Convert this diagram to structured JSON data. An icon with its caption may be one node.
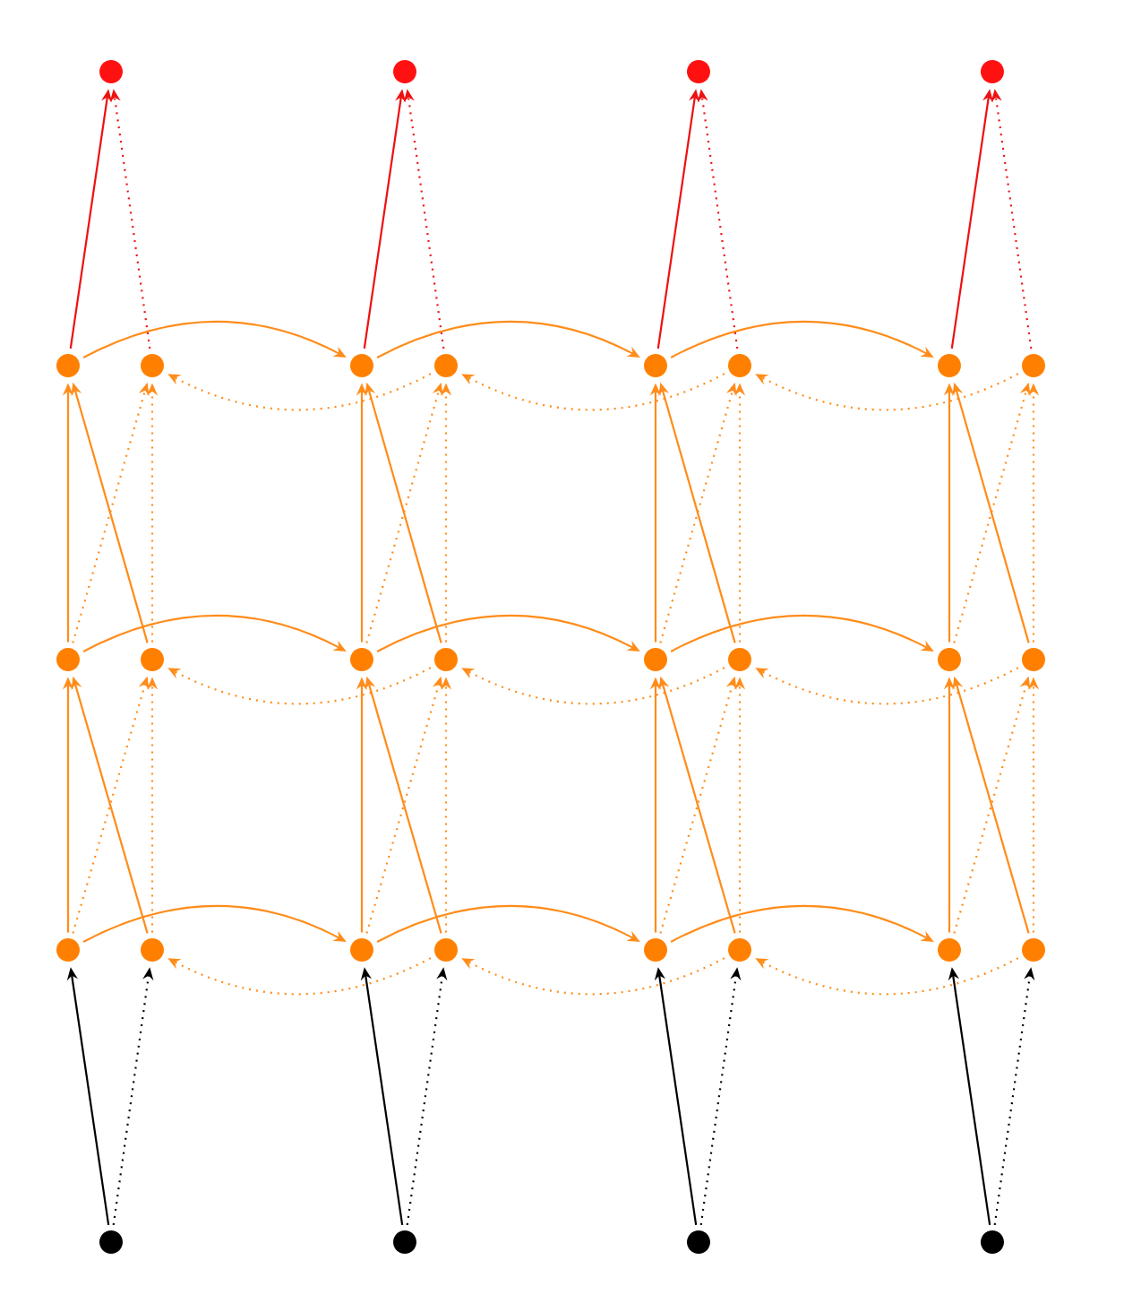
{
  "diagram": {
    "nodes": [
      {
        "text": [],
        "shape": "circle"
      },
      {
        "text": [],
        "shape": "circle"
      },
      {
        "text": [],
        "shape": "circle"
      },
      {
        "text": [],
        "shape": "circle"
      },
      {
        "text": [],
        "shape": "circle"
      },
      {
        "text": [],
        "shape": "circle"
      },
      {
        "text": [],
        "shape": "circle"
      },
      {
        "text": [],
        "shape": "circle"
      },
      {
        "text": [],
        "shape": "circle"
      },
      {
        "text": [],
        "shape": "circle"
      },
      {
        "text": [],
        "shape": "circle"
      },
      {
        "text": [],
        "shape": "circle"
      },
      {
        "text": [],
        "shape": "circle"
      },
      {
        "text": [],
        "shape": "circle"
      },
      {
        "text": [],
        "shape": "circle"
      },
      {
        "text": [],
        "shape": "circle"
      },
      {
        "text": [],
        "shape": "circle"
      },
      {
        "text": [],
        "shape": "circle"
      },
      {
        "text": [],
        "shape": "circle"
      },
      {
        "text": [],
        "shape": "circle"
      },
      {
        "text": [],
        "shape": "circle"
      },
      {
        "text": [],
        "shape": "circle"
      },
      {
        "text": [],
        "shape": "circle"
      },
      {
        "text": [],
        "shape": "circle"
      },
      {
        "text": [],
        "shape": "circle"
      },
      {
        "text": [],
        "shape": "circle"
      },
      {
        "text": [],
        "shape": "circle"
      },
      {
        "text": [],
        "shape": "circle"
      },
      {
        "text": [],
        "shape": "circle"
      },
      {
        "text": [],
        "shape": "circle"
      },
      {
        "text": [],
        "shape": "circle"
      },
      {
        "text": [],
        "shape": "circle"
      }
    ],
    "edges": [
      {
        "from": 28,
        "to": 20,
        "arrow": "to",
        "color": "#000000"
      },
      {
        "from": 28,
        "to": 21,
        "arrow": "to",
        "style": "dashed",
        "color": "#000000"
      },
      {
        "from": 29,
        "to": 22,
        "arrow": "to",
        "color": "#000000"
      },
      {
        "from": 29,
        "to": 23,
        "arrow": "to",
        "style": "dashed",
        "color": "#000000"
      },
      {
        "from": 30,
        "to": 24,
        "arrow": "to",
        "color": "#000000"
      },
      {
        "from": 30,
        "to": 25,
        "arrow": "to",
        "style": "dashed",
        "color": "#000000"
      },
      {
        "from": 31,
        "to": 26,
        "arrow": "to",
        "color": "#000000"
      },
      {
        "from": 31,
        "to": 27,
        "arrow": "to",
        "style": "dashed",
        "color": "#000000"
      },
      {
        "from": 20,
        "to": 22,
        "arrow": "to"
      },
      {
        "from": 22,
        "to": 24,
        "arrow": "to"
      },
      {
        "from": 24,
        "to": 26,
        "arrow": "to"
      },
      {
        "from": 23,
        "to": 21,
        "arrow": "to",
        "style": "dashed"
      },
      {
        "from": 25,
        "to": 23,
        "arrow": "to",
        "style": "dashed"
      },
      {
        "from": 27,
        "to": 25,
        "arrow": "to",
        "style": "dashed"
      },
      {
        "from": 20,
        "to": 12,
        "arrow": "to"
      },
      {
        "from": 21,
        "to": 12,
        "arrow": "to"
      },
      {
        "from": 20,
        "to": 13,
        "arrow": "to",
        "style": "dashed"
      },
      {
        "from": 21,
        "to": 13,
        "arrow": "to",
        "style": "dashed"
      },
      {
        "from": 22,
        "to": 14,
        "arrow": "to"
      },
      {
        "from": 23,
        "to": 14,
        "arrow": "to"
      },
      {
        "from": 22,
        "to": 15,
        "arrow": "to",
        "style": "dashed"
      },
      {
        "from": 23,
        "to": 15,
        "arrow": "to",
        "style": "dashed"
      },
      {
        "from": 24,
        "to": 16,
        "arrow": "to"
      },
      {
        "from": 25,
        "to": 16,
        "arrow": "to"
      },
      {
        "from": 24,
        "to": 17,
        "arrow": "to",
        "style": "dashed"
      },
      {
        "from": 25,
        "to": 17,
        "arrow": "to",
        "style": "dashed"
      },
      {
        "from": 26,
        "to": 18,
        "arrow": "to"
      },
      {
        "from": 27,
        "to": 18,
        "arrow": "to"
      },
      {
        "from": 26,
        "to": 19,
        "arrow": "to",
        "style": "dashed"
      },
      {
        "from": 27,
        "to": 19,
        "arrow": "to",
        "style": "dashed"
      },
      {
        "from": 12,
        "to": 14,
        "arrow": "to"
      },
      {
        "from": 14,
        "to": 16,
        "arrow": "to"
      },
      {
        "from": 16,
        "to": 18,
        "arrow": "to"
      },
      {
        "from": 15,
        "to": 13,
        "arrow": "to",
        "style": "dashed"
      },
      {
        "from": 17,
        "to": 15,
        "arrow": "to",
        "style": "dashed"
      },
      {
        "from": 19,
        "to": 17,
        "arrow": "to",
        "style": "dashed"
      },
      {
        "from": 12,
        "to": 4,
        "arrow": "to"
      },
      {
        "from": 13,
        "to": 4,
        "arrow": "to"
      },
      {
        "from": 12,
        "to": 5,
        "arrow": "to",
        "style": "dashed"
      },
      {
        "from": 13,
        "to": 5,
        "arrow": "to",
        "style": "dashed"
      },
      {
        "from": 14,
        "to": 6,
        "arrow": "to"
      },
      {
        "from": 15,
        "to": 6,
        "arrow": "to"
      },
      {
        "from": 14,
        "to": 7,
        "arrow": "to",
        "style": "dashed"
      },
      {
        "from": 15,
        "to": 7,
        "arrow": "to",
        "style": "dashed"
      },
      {
        "from": 16,
        "to": 8,
        "arrow": "to"
      },
      {
        "from": 17,
        "to": 8,
        "arrow": "to"
      },
      {
        "from": 16,
        "to": 9,
        "arrow": "to",
        "style": "dashed"
      },
      {
        "from": 17,
        "to": 9,
        "arrow": "to",
        "style": "dashed"
      },
      {
        "from": 18,
        "to": 10,
        "arrow": "to"
      },
      {
        "from": 19,
        "to": 10,
        "arrow": "to"
      },
      {
        "from": 18,
        "to": 11,
        "arrow": "to",
        "style": "dashed"
      },
      {
        "from": 19,
        "to": 11,
        "arrow": "to",
        "style": "dashed"
      },
      {
        "from": 4,
        "to": 6,
        "arrow": "to"
      },
      {
        "from": 6,
        "to": 8,
        "arrow": "to"
      },
      {
        "from": 8,
        "to": 10,
        "arrow": "to"
      },
      {
        "from": 7,
        "to": 5,
        "arrow": "to",
        "style": "dashed"
      },
      {
        "from": 9,
        "to": 7,
        "arrow": "to",
        "style": "dashed"
      },
      {
        "from": 11,
        "to": 9,
        "arrow": "to",
        "style": "dashed"
      },
      {
        "from": 4,
        "to": 0,
        "arrow": "to",
        "color": "#ee1111"
      },
      {
        "from": 5,
        "to": 0,
        "arrow": "to",
        "style": "dashed",
        "color": "#ee1111"
      },
      {
        "from": 6,
        "to": 1,
        "arrow": "to",
        "color": "#ee1111"
      },
      {
        "from": 7,
        "to": 1,
        "arrow": "to",
        "style": "dashed",
        "color": "#ee1111"
      },
      {
        "from": 8,
        "to": 2,
        "arrow": "to",
        "color": "#ee1111"
      },
      {
        "from": 9,
        "to": 2,
        "arrow": "to",
        "style": "dashed",
        "color": "#ee1111"
      },
      {
        "from": 10,
        "to": 3,
        "arrow": "to",
        "color": "#ee1111"
      },
      {
        "from": 11,
        "to": 3,
        "arrow": "to",
        "style": "dashed",
        "color": "#ee1111"
      }
    ]
  }
}
